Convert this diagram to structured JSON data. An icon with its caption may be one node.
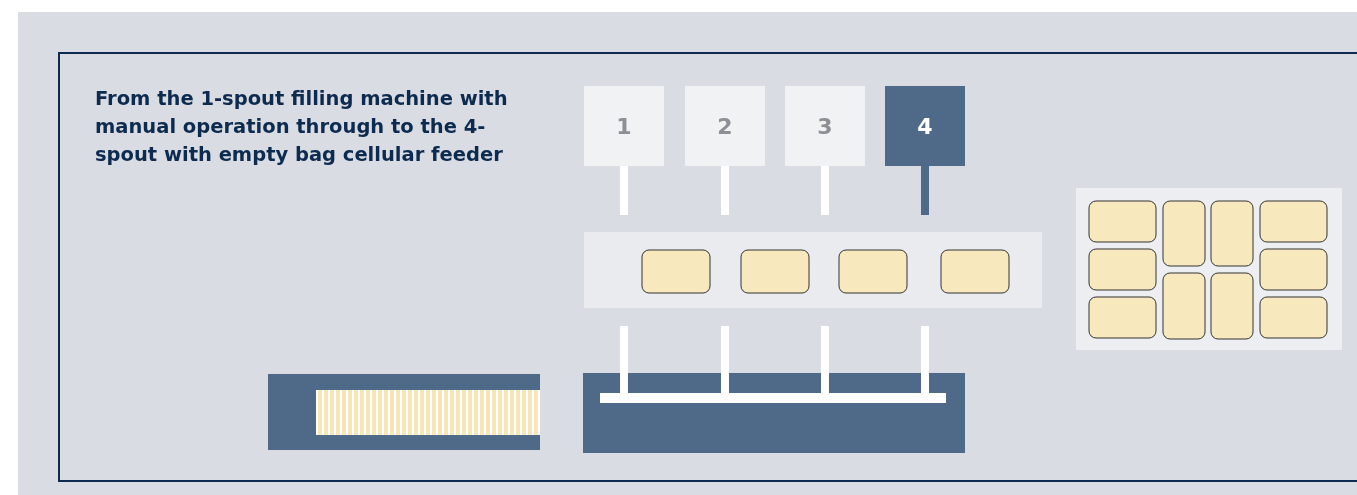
{
  "diagram": {
    "title": "From the 1-spout filling machine with manual operation through to the 4-spout with empty bag cellular feeder",
    "nodes": [
      {
        "text": [
          "1"
        ]
      },
      {
        "text": [
          "2"
        ]
      },
      {
        "text": [
          "3"
        ]
      },
      {
        "text": [
          "4"
        ]
      }
    ],
    "edges": [
      {
        "from": 0,
        "to": null,
        "arrow": "none"
      },
      {
        "from": 1,
        "to": null,
        "arrow": "none"
      },
      {
        "from": 2,
        "to": null,
        "arrow": "none"
      },
      {
        "from": 3,
        "to": null,
        "arrow": "none",
        "color": "#4f6a88"
      }
    ]
  }
}
